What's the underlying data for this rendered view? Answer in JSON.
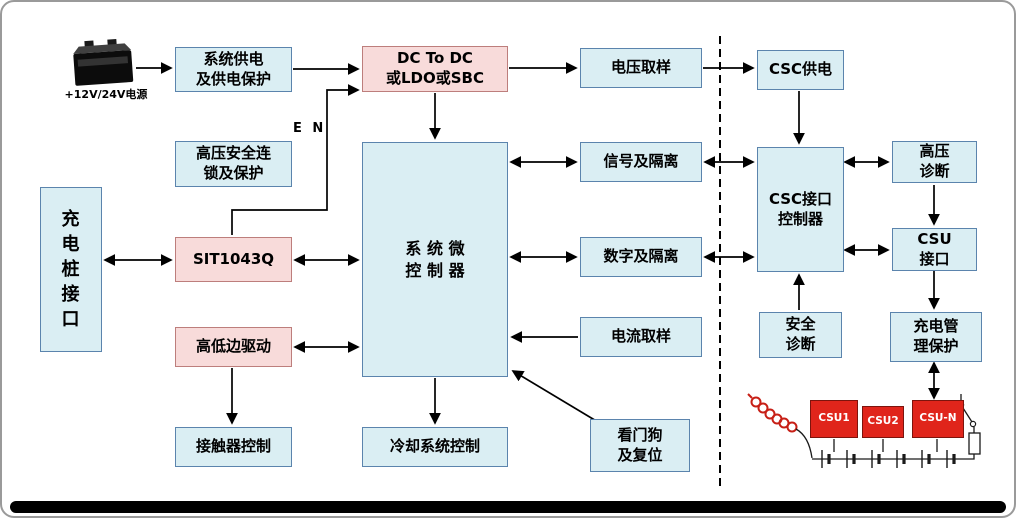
{
  "colors": {
    "box-blue": "#daeef3",
    "box-blue-border": "#5b84ad",
    "box-pink": "#f8dbda",
    "box-pink-border": "#bd7e7c",
    "csu-red": "#e0251b",
    "line": "#000000"
  },
  "labels": {
    "power_source": "+12V/24V电源",
    "en": "E N"
  },
  "blocks": {
    "sys_power": "系统供电\n及供电保护",
    "dc_dc": "DC To DC\n或LDO或SBC",
    "voltage_sample": "电压取样",
    "csc_power": "CSC供电",
    "hv_interlock": "高压安全连\n锁及保护",
    "charger_port": "充\n电\n桩\n接\n口",
    "sit1043q": "SIT1043Q",
    "mcu": "系 统 微\n控 制 器",
    "signal_iso": "信号及隔离",
    "digital_iso": "数字及隔离",
    "current_sample": "电流取样",
    "hl_drive": "高低边驱动",
    "contactor": "接触器控制",
    "cooling": "冷却系统控制",
    "watchdog": "看门狗\n及复位",
    "csc_ctrl": "CSC接口\n控制器",
    "hv_diag": "高压\n诊断",
    "csu_port": "CSU\n接口",
    "safety_diag": "安全\n诊断",
    "charge_mgmt": "充电管\n理保护",
    "csu1": "CSU1",
    "csu2": "CSU2",
    "csu_n": "CSU-N"
  }
}
